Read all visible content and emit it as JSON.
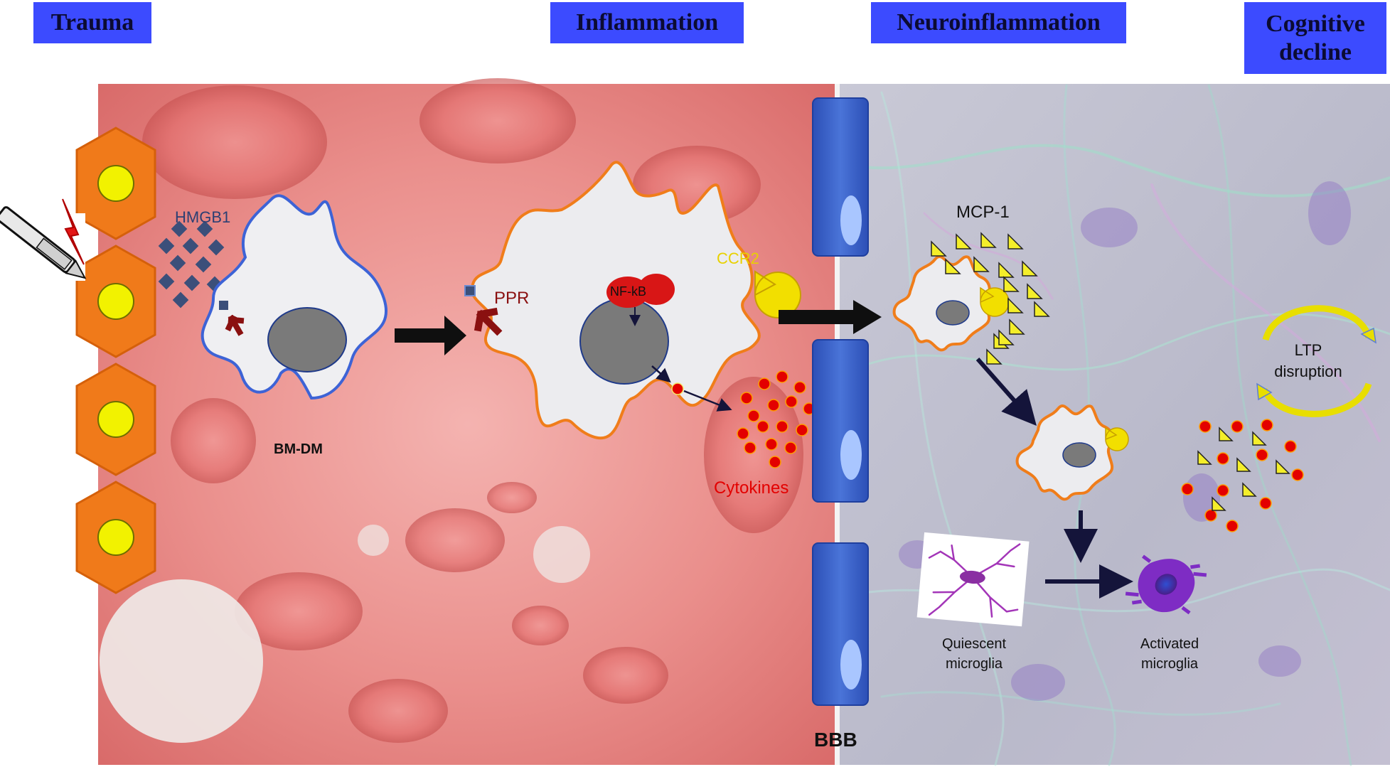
{
  "stages": {
    "trauma": "Trauma",
    "inflammation": "Inflammation",
    "neuroinflammation": "Neuroinflammation",
    "cognitive_line1": "Cognitive",
    "cognitive_line2": "decline"
  },
  "labels": {
    "hmgb1": "HMGB1",
    "bm_dm": "BM-DM",
    "ppr": "PPR",
    "nfkb": "NF-kB",
    "ccr2": "CCR2",
    "cytokines": "Cytokines",
    "bbb": "BBB",
    "mcp1": "MCP-1",
    "quiescent_line1": "Quiescent",
    "quiescent_line2": "microglia",
    "activated_line1": "Activated",
    "activated_line2": "microglia",
    "ltp_line1": "LTP",
    "ltp_line2": "disruption"
  },
  "colors": {
    "header_bg": "#3c4bff",
    "macrophage_outline_blue": "#3d63d6",
    "macrophage_outline_orange": "#f07d1a",
    "cytokine_red": "#e30000",
    "ccr2_yellow": "#f4e100",
    "bbb_blue": "#3e63c8",
    "ppr_red": "#8a1010"
  }
}
